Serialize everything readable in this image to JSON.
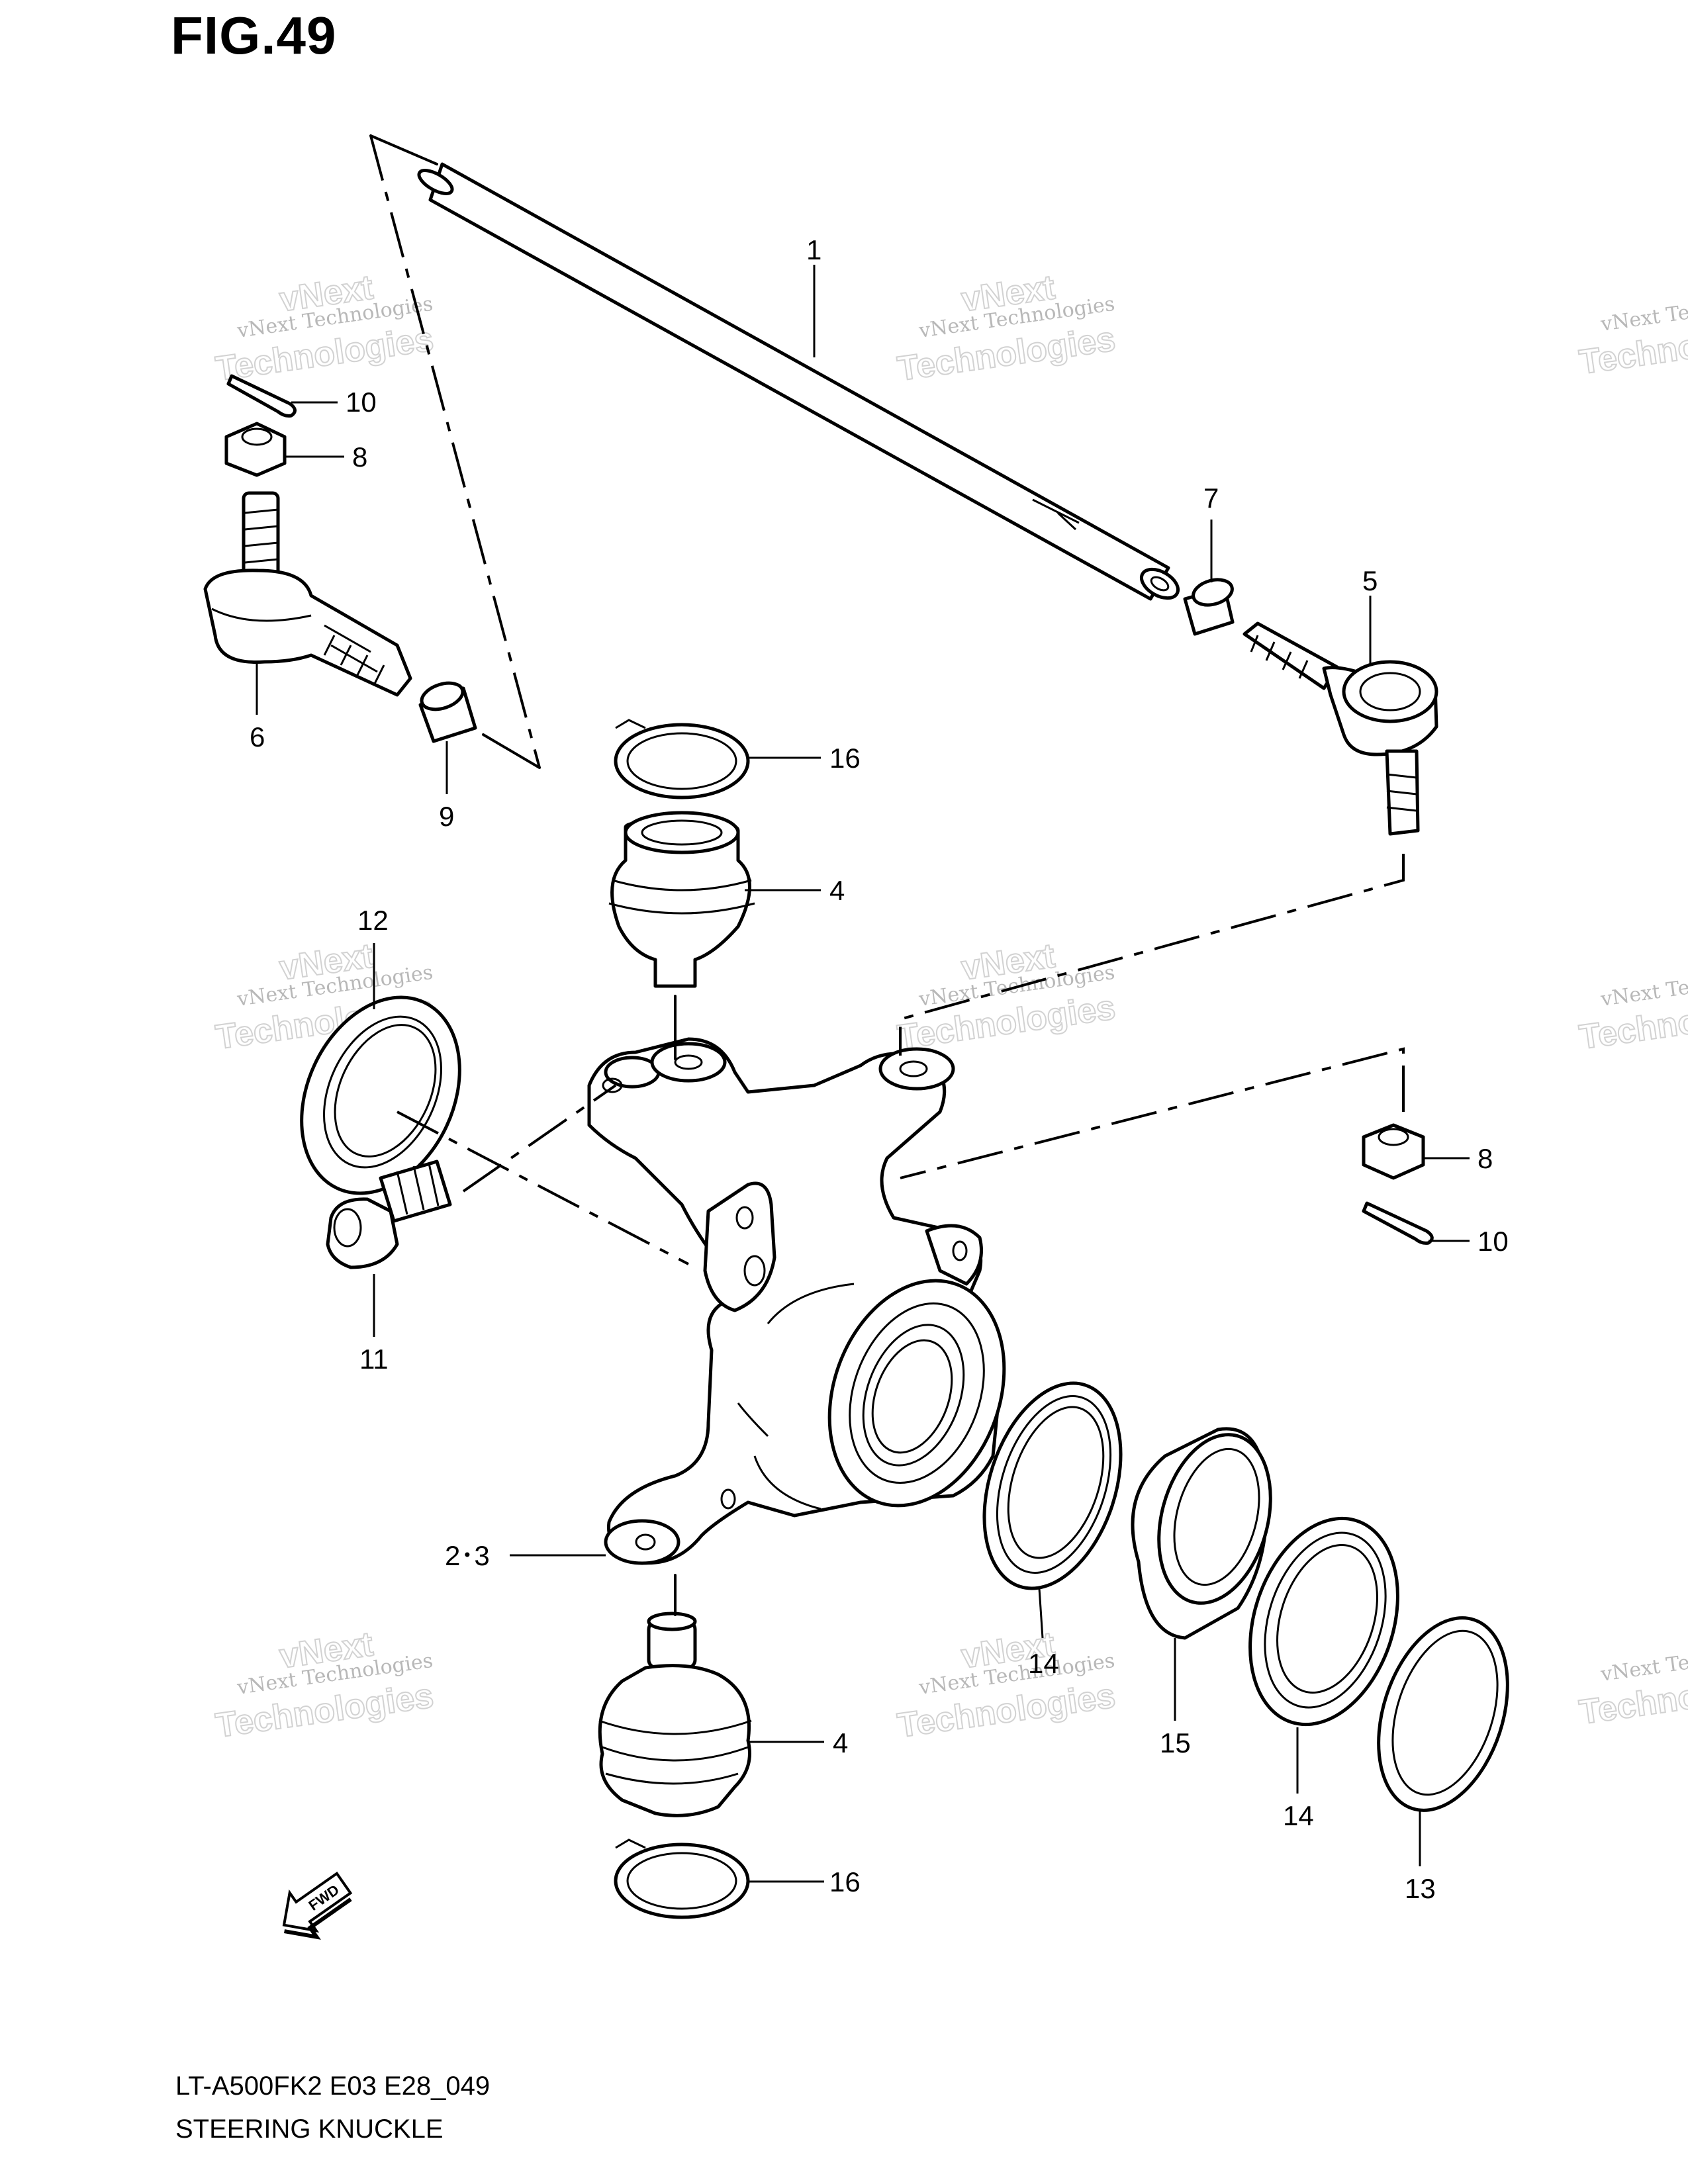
{
  "figure_title": "FIG.49",
  "footer": {
    "code": "LT-A500FK2 E03 E28_049",
    "name": "STEERING KNUCKLE"
  },
  "watermark": {
    "line1": "vNext Technologies",
    "line2": "Technologies",
    "line3": "vNext"
  },
  "fwd_label": "FWD",
  "callouts": {
    "c1": "1",
    "c23": "2･3",
    "c4a": "4",
    "c4b": "4",
    "c5": "5",
    "c6": "6",
    "c7": "7",
    "c8a": "8",
    "c8b": "8",
    "c9": "9",
    "c10a": "10",
    "c10b": "10",
    "c11": "11",
    "c12": "12",
    "c13": "13",
    "c14a": "14",
    "c14b": "14",
    "c15": "15",
    "c16a": "16",
    "c16b": "16"
  }
}
